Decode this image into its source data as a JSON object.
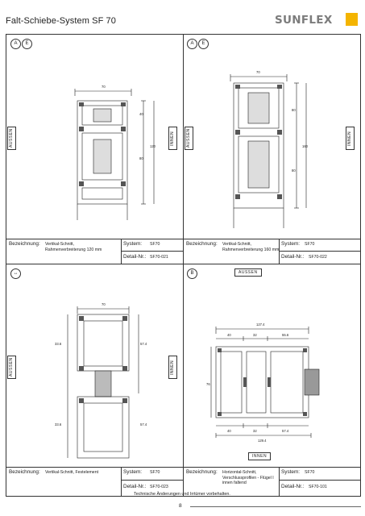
{
  "header": {
    "title": "Falt-Schiebe-System   SF 70",
    "logo_text": "SUNFLEX"
  },
  "panels": [
    {
      "badges": [
        "A",
        "E"
      ],
      "side_left": "AUSSEN",
      "side_right": "INNEN",
      "dims": [
        "70",
        "40",
        "80",
        "120"
      ],
      "caption": {
        "label": "Bezeichnung:",
        "value": "Vertikal-Schnitt, Rahmenverbreiterung 120 mm",
        "system_label": "System:",
        "system_value": "SF70",
        "detail_label": "Detail-Nr.:",
        "detail_value": "SF70-021"
      }
    },
    {
      "badges": [
        "A",
        "E"
      ],
      "side_left": "AUSSEN",
      "side_right": "INNEN",
      "dims": [
        "70",
        "80",
        "160",
        "80"
      ],
      "caption": {
        "label": "Bezeichnung:",
        "value": "Vertikal-Schnitt, Rahmenverbreiterung 160 mm",
        "system_label": "System:",
        "system_value": "SF70",
        "detail_label": "Detail-Nr.:",
        "detail_value": "SF70-022"
      }
    },
    {
      "badges": [
        "↔"
      ],
      "side_left": "AUSSEN",
      "side_right": "INNEN",
      "dims": [
        "70",
        "33.6",
        "57.4",
        "33.6",
        "57.4"
      ],
      "caption": {
        "label": "Bezeichnung:",
        "value": "Vertikal-Schnitt, Festelement",
        "system_label": "System:",
        "system_value": "SF70",
        "detail_label": "Detail-Nr.:",
        "detail_value": "SF70-023"
      }
    },
    {
      "badges": [
        "B"
      ],
      "side_top": "AUSSEN",
      "side_bottom": "INNEN",
      "dims": [
        "127.4",
        "40",
        "32",
        "55.6",
        "76",
        "40",
        "32",
        "57.4",
        "129.4"
      ],
      "caption": {
        "label": "Bezeichnung:",
        "value": "Horizontal-Schnitt, Verschlussprofilen - Flügel I innen faltend",
        "system_label": "System:",
        "system_value": "SF70",
        "detail_label": "Detail-Nr.:",
        "detail_value": "SF70-101"
      }
    }
  ],
  "footer": {
    "note": "Technische Änderungen und Irrtümer vorbehalten.",
    "page": "8"
  }
}
